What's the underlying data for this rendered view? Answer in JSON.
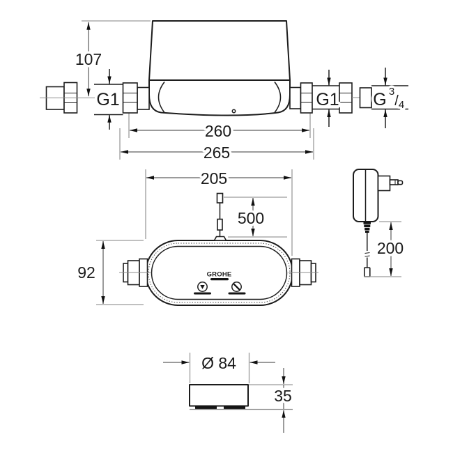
{
  "colors": {
    "line": "#1c1c1c",
    "dimension": "#7a7a7a",
    "extension": "#9a9a9a",
    "text": "#1a1a1a",
    "background": "#ffffff"
  },
  "side_view": {
    "dim_height": "107",
    "dim_body_width": "260",
    "dim_overall_width": "265",
    "thread_left": "G1",
    "thread_right": "G1",
    "thread_outlet": {
      "base": "G",
      "numerator": "3",
      "slash": "/",
      "denominator": "4"
    }
  },
  "front_view": {
    "dim_width": "205",
    "dim_cable": "500",
    "dim_height": "92",
    "brand": "GROHE",
    "buttons": [
      {
        "icon": "arrow-down-circle-icon"
      },
      {
        "icon": "slash-circle-icon"
      }
    ]
  },
  "power_adapter": {
    "dim_cable": "200"
  },
  "bottom_view": {
    "dim_diameter": "Ø 84",
    "dim_height": "35"
  }
}
